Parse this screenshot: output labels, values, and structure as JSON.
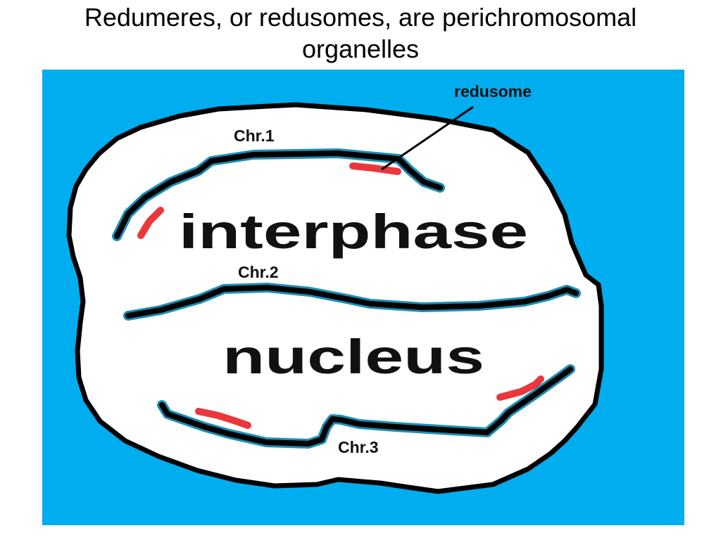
{
  "slide": {
    "title_line1": "Redumeres, or redusomes, are perichromosomal",
    "title_line2": "organelles"
  },
  "diagram": {
    "word_top": "interphase",
    "word_bottom": "nucleus",
    "chr1_label": "Chr.1",
    "chr2_label": "Chr.2",
    "chr3_label": "Chr.3",
    "pointer_label": "redusome"
  },
  "colors": {
    "background": "#00aeef",
    "nucleus_fill": "#ffffff",
    "outline": "#000000",
    "chromosome_halo": "#1b8fb5",
    "redusome": "#e8262a"
  }
}
